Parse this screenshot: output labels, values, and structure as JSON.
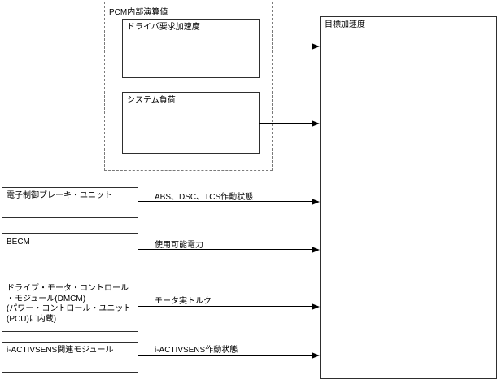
{
  "diagram": {
    "pcm_group": {
      "label": "PCM内部演算値",
      "boxes": [
        {
          "label": "ドライバ要求加速度"
        },
        {
          "label": "システム負荷"
        }
      ]
    },
    "target_box": {
      "label": "目標加速度"
    },
    "source_boxes": [
      {
        "label": "電子制御ブレーキ・ユニット"
      },
      {
        "label": "BECM"
      },
      {
        "label": "ドライブ・モータ・コントロール\n・モジュール(DMCM)\n(パワー・コントロール・ユニット\n(PCU)に内蔵)"
      },
      {
        "label": "i-ACTIVSENS関連モジュール"
      }
    ],
    "arrow_labels": [
      {
        "label": "ABS、DSC、TCS作動状態"
      },
      {
        "label": "使用可能電力"
      },
      {
        "label": "モータ実トルク"
      },
      {
        "label": "i-ACTIVSENS作動状態"
      }
    ],
    "colors": {
      "line": "#000000",
      "box_border": "#2e2e2e",
      "dashed_border": "#7a7a7a",
      "background": "#ffffff"
    }
  }
}
